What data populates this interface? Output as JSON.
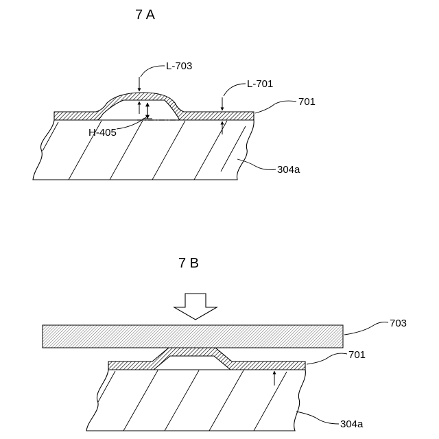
{
  "figures": [
    {
      "title": "7 A"
    },
    {
      "title": "7 B"
    }
  ],
  "labels": {
    "l703": "L-703",
    "l701": "L-701",
    "h405": "H-405",
    "film_701_a": "701",
    "substrate_a": "304a",
    "mold_703": "703",
    "film_701_b": "701",
    "substrate_b": "304a"
  }
}
